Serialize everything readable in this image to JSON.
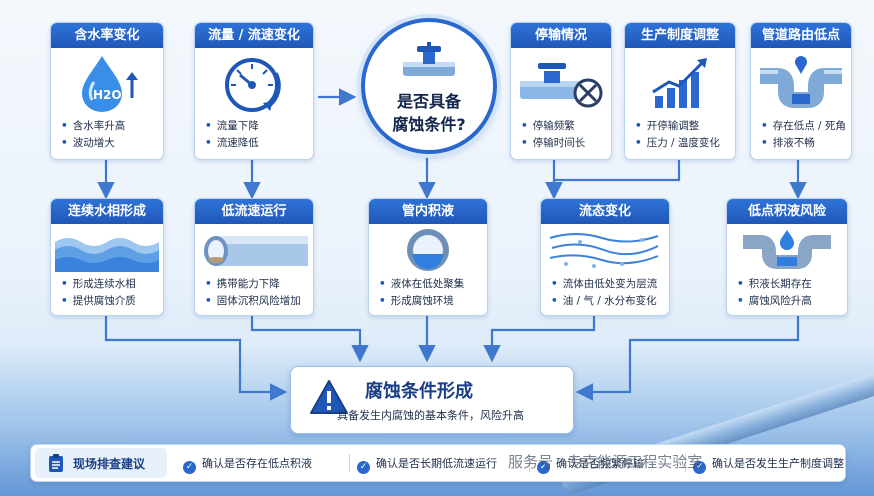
{
  "top_cards": [
    {
      "title": "含水率变化",
      "items": [
        "含水率升高",
        "波动增大"
      ],
      "icon": "water-drop-icon",
      "h2o": "H2O"
    },
    {
      "title": "流量 / 流速变化",
      "items": [
        "流量下降",
        "流速降低"
      ],
      "icon": "gauge-icon"
    },
    {
      "title": "停输情况",
      "items": [
        "停输频繁",
        "停输时间长"
      ],
      "icon": "valve-stop-icon"
    },
    {
      "title": "生产制度调整",
      "items": [
        "开停输调整",
        "压力 / 温度变化"
      ],
      "icon": "rising-chart-icon"
    },
    {
      "title": "管道路由低点",
      "items": [
        "存在低点 / 死角",
        "排液不畅"
      ],
      "icon": "pipe-low-point-icon"
    }
  ],
  "hub": {
    "line1": "是否具备",
    "line2": "腐蚀条件?",
    "icon": "faucet-icon"
  },
  "mid_cards": [
    {
      "title": "连续水相形成",
      "items": [
        "形成连续水相",
        "提供腐蚀介质"
      ],
      "icon": "water-layer-icon"
    },
    {
      "title": "低流速运行",
      "items": [
        "携带能力下降",
        "固体沉积风险增加"
      ],
      "icon": "pipe-section-icon"
    },
    {
      "title": "管内积液",
      "items": [
        "液体在低处聚集",
        "形成腐蚀环境"
      ],
      "icon": "pipe-liquid-icon"
    },
    {
      "title": "流态变化",
      "items": [
        "流体由低处变为层流",
        "油 / 气 / 水分布变化"
      ],
      "icon": "flow-lines-icon"
    },
    {
      "title": "低点积液风险",
      "items": [
        "积液长期存在",
        "腐蚀风险升高"
      ],
      "icon": "u-pipe-drop-icon"
    }
  ],
  "result": {
    "title": "腐蚀条件形成",
    "subtitle": "具备发生内腐蚀的基本条件，风险升高",
    "icon": "warning-triangle-icon"
  },
  "bottom_bar": {
    "label": "现场排查建议",
    "checks": [
      "确认是否存在低点积液",
      "确认是否长期低流速运行",
      "确认是否频繁停输",
      "确认是否发生生产制度调整"
    ]
  },
  "watermark": "服务号 · 专克能源工程实验室",
  "colors": {
    "primary": "#2a68cf",
    "header": "#1f57b8",
    "arrow": "#3f79cf"
  }
}
